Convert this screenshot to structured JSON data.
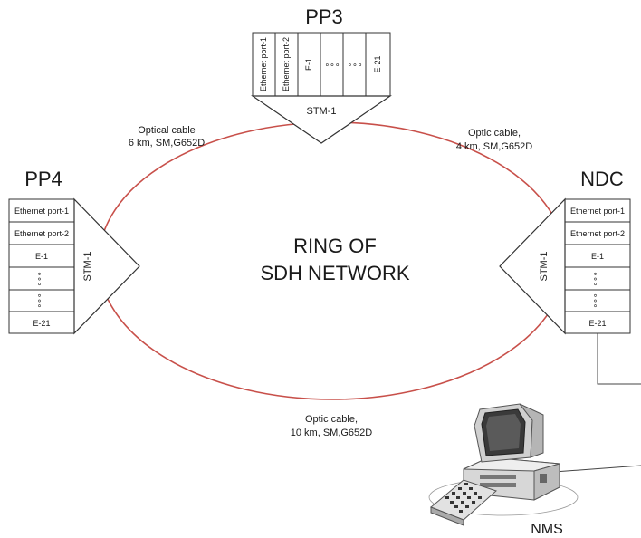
{
  "colors": {
    "ring": "#c8504a",
    "line": "#333333",
    "text": "#1a1a1a"
  },
  "ring": {
    "line1": "RING OF",
    "line2": "SDH NETWORK"
  },
  "nodes": {
    "pp3": {
      "title": "PP3",
      "stm": "STM-1",
      "ports": [
        "Ethernet port-1",
        "Ethernet port-2",
        "E-1",
        "∘∘∘",
        "∘∘∘",
        "E-21"
      ]
    },
    "pp4": {
      "title": "PP4",
      "stm": "STM-1",
      "ports": [
        "Ethernet port-1",
        "Ethernet port-2",
        "E-1",
        "∘∘∘",
        "∘∘∘",
        "E-21"
      ]
    },
    "ndc": {
      "title": "NDC",
      "stm": "STM-1",
      "ports": [
        "Ethernet port-1",
        "Ethernet port-2",
        "E-1",
        "∘∘∘",
        "∘∘∘",
        "E-21"
      ]
    }
  },
  "links": {
    "pp3_pp4": {
      "line1": "Optical cable",
      "line2": "6 km, SM,G652D"
    },
    "pp3_ndc": {
      "line1": "Optic cable,",
      "line2": "4 km, SM,G652D"
    },
    "pp4_ndc": {
      "line1": "Optic cable,",
      "line2": "10 km, SM,G652D"
    }
  },
  "nms": {
    "label": "NMS",
    "icon": "computer-icon"
  }
}
